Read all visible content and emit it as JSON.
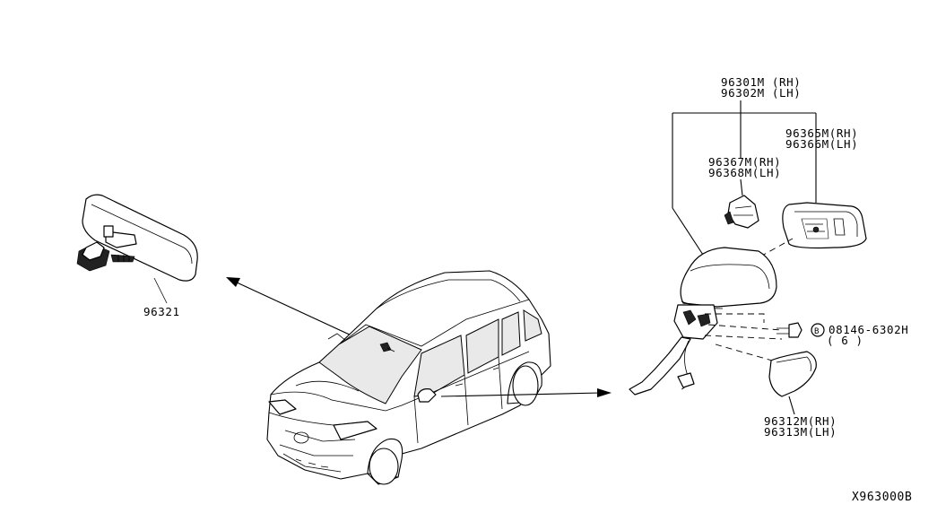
{
  "labels": {
    "inner_mirror": "96321",
    "mirror_assy_rh": "96301M (RH)",
    "mirror_assy_lh": "96302M (LH)",
    "glass_rh": "96365M(RH)",
    "glass_lh": "96366M(LH)",
    "motor_rh": "96367M(RH)",
    "motor_lh": "96368M(LH)",
    "bolt_mark": "B",
    "bolt_code": "08146-6302H",
    "bolt_qty": "( 6 )",
    "cover_rh": "96312M(RH)",
    "cover_lh": "96313M(LH)",
    "drawing_id": "X963000B"
  },
  "icons": [
    "inner-rearview-mirror",
    "car-hatchback",
    "door-mirror-housing",
    "mirror-motor",
    "mirror-glass",
    "mirror-cover",
    "bolt"
  ]
}
